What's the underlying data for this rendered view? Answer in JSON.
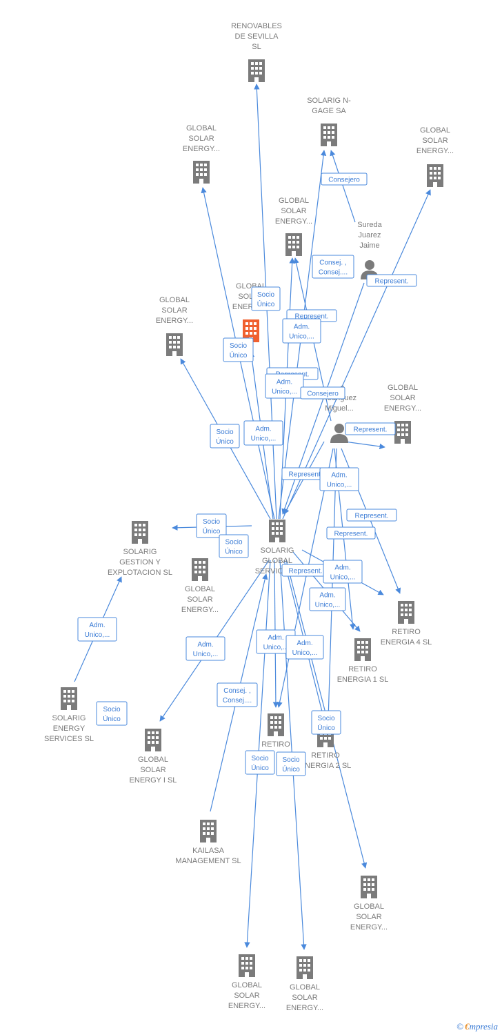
{
  "colors": {
    "edge": "#4a89dc",
    "company_icon": "#7b7b7b",
    "company_icon_highlight": "#f06030",
    "person_icon": "#7b7b7b",
    "label_text": "#7a7a7a",
    "edge_label_text": "#3a7bd5"
  },
  "nodes": [
    {
      "id": "renovables",
      "type": "company",
      "icon": "building-icon",
      "lines": [
        "RENOVABLES",
        "DE SEVILLA",
        "SL"
      ]
    },
    {
      "id": "ngage",
      "type": "company",
      "icon": "building-icon",
      "lines": [
        "SOLARIG N-",
        "GAGE SA"
      ]
    },
    {
      "id": "gse_tl",
      "type": "company",
      "icon": "building-icon",
      "lines": [
        "GLOBAL",
        "SOLAR",
        "ENERGY..."
      ]
    },
    {
      "id": "gse_tr",
      "type": "company",
      "icon": "building-icon",
      "lines": [
        "GLOBAL",
        "SOLAR",
        "ENERGY..."
      ]
    },
    {
      "id": "gse_mid",
      "type": "company",
      "icon": "building-icon",
      "lines": [
        "GLOBAL",
        "SOLAR",
        "ENERGY..."
      ]
    },
    {
      "id": "sureda",
      "type": "person",
      "icon": "person-icon",
      "lines": [
        "Sureda",
        "Juarez",
        "Jaime"
      ]
    },
    {
      "id": "gse_highlight",
      "type": "company",
      "icon": "building-icon",
      "highlight": true,
      "lines": [
        "GLOBAL",
        "SOLAR",
        "ENERGY..."
      ]
    },
    {
      "id": "gse_left",
      "type": "company",
      "icon": "building-icon",
      "lines": [
        "GLOBAL",
        "SOLAR",
        "ENERGY..."
      ]
    },
    {
      "id": "person_miguel",
      "type": "person",
      "icon": "person-icon",
      "lines": [
        "...a",
        "Rodriguez",
        "Miguel..."
      ]
    },
    {
      "id": "gse_right",
      "type": "company",
      "icon": "building-icon",
      "lines": [
        "GLOBAL",
        "SOLAR",
        "ENERGY..."
      ]
    },
    {
      "id": "solarig_gestion",
      "type": "company",
      "icon": "building-icon",
      "lines": [
        "SOLARIG",
        "GESTION Y",
        "EXPLOTACION SL"
      ]
    },
    {
      "id": "solarig_global",
      "type": "company",
      "icon": "building-icon",
      "lines": [
        "SOLARIG",
        "GLOBAL",
        "SERVICES..."
      ]
    },
    {
      "id": "gse_center_left",
      "type": "company",
      "icon": "building-icon",
      "lines": [
        "GLOBAL",
        "SOLAR",
        "ENERGY..."
      ]
    },
    {
      "id": "retiro4",
      "type": "company",
      "icon": "building-icon",
      "lines": [
        "RETIRO",
        "ENERGIA 4  SL"
      ]
    },
    {
      "id": "retiro1",
      "type": "company",
      "icon": "building-icon",
      "lines": [
        "RETIRO",
        "ENERGIA 1  SL"
      ]
    },
    {
      "id": "solarig_energy",
      "type": "company",
      "icon": "building-icon",
      "lines": [
        "SOLARIG",
        "ENERGY",
        "SERVICES  SL"
      ]
    },
    {
      "id": "gse1",
      "type": "company",
      "icon": "building-icon",
      "lines": [
        "GLOBAL",
        "SOLAR",
        "ENERGY I  SL"
      ]
    },
    {
      "id": "retiro_c",
      "type": "company",
      "icon": "building-icon",
      "lines": [
        "RETIRO"
      ]
    },
    {
      "id": "retiro2",
      "type": "company",
      "icon": "building-icon",
      "lines": [
        "RETIRO",
        "ENERGIA 2  SL"
      ]
    },
    {
      "id": "kailasa",
      "type": "company",
      "icon": "building-icon",
      "lines": [
        "KAILASA",
        "MANAGEMENT SL"
      ]
    },
    {
      "id": "gse_br",
      "type": "company",
      "icon": "building-icon",
      "lines": [
        "GLOBAL",
        "SOLAR",
        "ENERGY..."
      ]
    },
    {
      "id": "gse_b1",
      "type": "company",
      "icon": "building-icon",
      "lines": [
        "GLOBAL",
        "SOLAR",
        "ENERGY..."
      ]
    },
    {
      "id": "gse_b2",
      "type": "company",
      "icon": "building-icon",
      "lines": [
        "GLOBAL",
        "SOLAR",
        "ENERGY..."
      ]
    }
  ],
  "edges": [
    {
      "from": "solarig_global",
      "to": "renovables"
    },
    {
      "from": "solarig_global",
      "to": "ngage"
    },
    {
      "from": "sureda",
      "to": "ngage"
    },
    {
      "from": "solarig_global",
      "to": "gse_tl"
    },
    {
      "from": "solarig_global",
      "to": "gse_mid"
    },
    {
      "from": "person_miguel",
      "to": "gse_mid"
    },
    {
      "from": "solarig_global",
      "to": "gse_highlight"
    },
    {
      "from": "solarig_global",
      "to": "gse_left"
    },
    {
      "from": "sureda",
      "to": "solarig_global"
    },
    {
      "from": "person_miguel",
      "to": "solarig_global"
    },
    {
      "from": "solarig_global",
      "to": "gse_tr"
    },
    {
      "from": "person_miguel",
      "to": "gse_right"
    },
    {
      "from": "solarig_global",
      "to": "solarig_gestion"
    },
    {
      "from": "solarig_energy",
      "to": "solarig_gestion"
    },
    {
      "from": "solarig_global",
      "to": "gse1"
    },
    {
      "from": "kailasa",
      "to": "solarig_global"
    },
    {
      "from": "person_miguel",
      "to": "retiro4"
    },
    {
      "from": "person_miguel",
      "to": "retiro1"
    },
    {
      "from": "solarig_global",
      "to": "retiro4"
    },
    {
      "from": "solarig_global",
      "to": "retiro1"
    },
    {
      "from": "solarig_global",
      "to": "retiro_c"
    },
    {
      "from": "person_miguel",
      "to": "retiro_c"
    },
    {
      "from": "solarig_global",
      "to": "retiro2"
    },
    {
      "from": "person_miguel",
      "to": "retiro2"
    },
    {
      "from": "solarig_global",
      "to": "gse_br"
    },
    {
      "from": "solarig_global",
      "to": "gse_b1"
    },
    {
      "from": "solarig_global",
      "to": "gse_b2"
    }
  ],
  "edge_labels": [
    {
      "lines": [
        "Consejero"
      ]
    },
    {
      "lines": [
        "Consej. ,",
        "Consej...."
      ]
    },
    {
      "lines": [
        "Represent."
      ]
    },
    {
      "lines": [
        "Socio",
        "Único"
      ]
    },
    {
      "lines": [
        "Represent."
      ]
    },
    {
      "lines": [
        "Adm.",
        "Unico,..."
      ]
    },
    {
      "lines": [
        "Socio",
        "Único"
      ]
    },
    {
      "lines": [
        "Represent."
      ]
    },
    {
      "lines": [
        "Adm.",
        "Unico,..."
      ]
    },
    {
      "lines": [
        "Consejero"
      ]
    },
    {
      "lines": [
        "Represent."
      ]
    },
    {
      "lines": [
        "Socio",
        "Único"
      ]
    },
    {
      "lines": [
        "Adm.",
        "Unico,..."
      ]
    },
    {
      "lines": [
        "Represent."
      ]
    },
    {
      "lines": [
        "Adm.",
        "Unico,..."
      ]
    },
    {
      "lines": [
        "Represent."
      ]
    },
    {
      "lines": [
        "Represent."
      ]
    },
    {
      "lines": [
        "Socio",
        "Único"
      ]
    },
    {
      "lines": [
        "Socio",
        "Único"
      ]
    },
    {
      "lines": [
        "Represent."
      ]
    },
    {
      "lines": [
        "Adm.",
        "Unico,..."
      ]
    },
    {
      "lines": [
        "Adm.",
        "Unico,..."
      ]
    },
    {
      "lines": [
        "Adm.",
        "Unico,..."
      ]
    },
    {
      "lines": [
        "Adm.",
        "Unico,..."
      ]
    },
    {
      "lines": [
        "Adm.",
        "Unico,..."
      ]
    },
    {
      "lines": [
        "Adm.",
        "Unico,..."
      ]
    },
    {
      "lines": [
        "Socio",
        "Único"
      ]
    },
    {
      "lines": [
        "Consej. ,",
        "Consej...."
      ]
    },
    {
      "lines": [
        "Socio",
        "Único"
      ]
    },
    {
      "lines": [
        "Socio",
        "Único"
      ]
    },
    {
      "lines": [
        "Socio",
        "Único"
      ]
    }
  ],
  "watermark": {
    "copyright": "©",
    "brand_first": "€",
    "brand_rest": "mpresia"
  }
}
